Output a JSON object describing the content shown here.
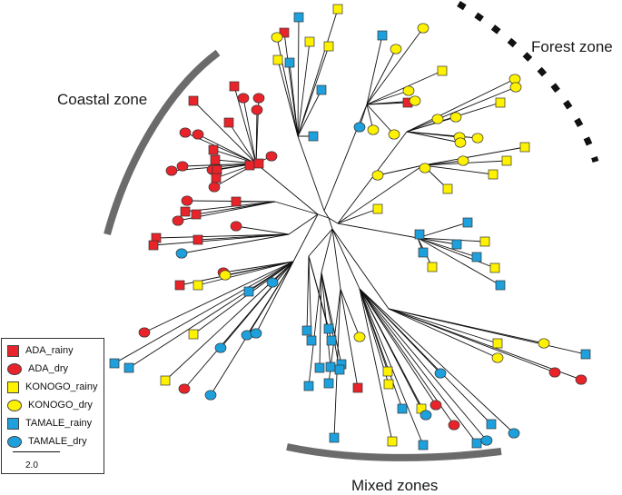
{
  "zones": {
    "coastal": "Coastal zone",
    "forest": "Forest zone",
    "mixed": "Mixed zones"
  },
  "legend": {
    "items": [
      {
        "label": "ADA_rainy",
        "shape": "square",
        "color": "#e8242a"
      },
      {
        "label": "ADA_dry",
        "shape": "circle",
        "color": "#e8242a"
      },
      {
        "label": "KONOGO_rainy",
        "shape": "square",
        "color": "#fff200"
      },
      {
        "label": "KONOGO_dry",
        "shape": "circle",
        "color": "#fff200"
      },
      {
        "label": "TAMALE_rainy",
        "shape": "square",
        "color": "#1ea0dc"
      },
      {
        "label": "TAMALE_dry",
        "shape": "circle",
        "color": "#1ea0dc"
      }
    ],
    "scale_label": "2.0"
  },
  "colors": {
    "ADA": "#e8242a",
    "KONOGO": "#fff200",
    "TAMALE": "#1ea0dc",
    "branch": "#111111",
    "zone_arc": "#6b6b6b"
  }
}
